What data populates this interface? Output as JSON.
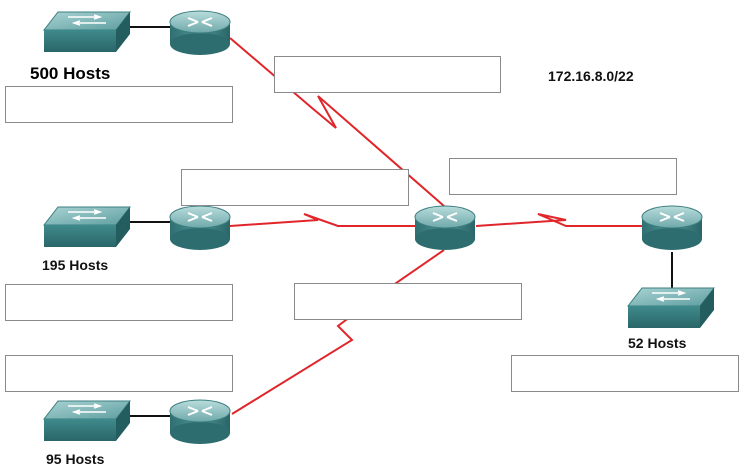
{
  "network": {
    "address": "172.16.8.0/22"
  },
  "hosts": {
    "lan_a": "500 Hosts",
    "lan_b": "195 Hosts",
    "lan_c": "95 Hosts",
    "lan_d": "52 Hosts"
  },
  "fields": {
    "lan_a_subnet": "",
    "wan_a_subnet": "",
    "wan_b_subnet": "",
    "wan_d_subnet": "",
    "lan_b_subnet": "",
    "wan_c_subnet": "",
    "lan_c_subnet": "",
    "lan_d_subnet": ""
  },
  "colors": {
    "serial_link": "#e0262b",
    "ethernet_link": "#111111",
    "device_teal": "#3f8a8c"
  },
  "icons": {
    "router": "router-icon",
    "switch": "switch-icon"
  }
}
